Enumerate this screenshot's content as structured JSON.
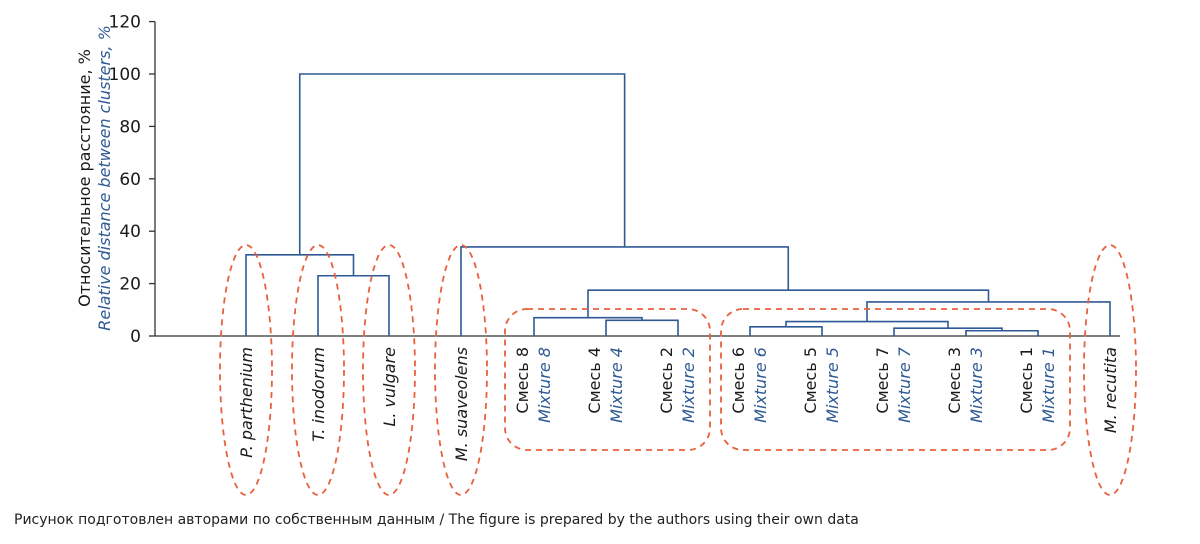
{
  "chart_data": {
    "type": "dendrogram",
    "ylabel_ru": "Относительное расстояние, %",
    "ylabel_en": "Relative distance between clusters, %",
    "yticks": [
      0,
      20,
      40,
      60,
      80,
      100,
      120
    ],
    "ylim": [
      0,
      120
    ],
    "leaves": [
      {
        "id": "pp",
        "label": "P. parthenium",
        "style": "species"
      },
      {
        "id": "ti",
        "label": "T. inodorum",
        "style": "species"
      },
      {
        "id": "lv",
        "label": "L. vulgare",
        "style": "species"
      },
      {
        "id": "ms",
        "label": "M. suaveolens",
        "style": "species"
      },
      {
        "id": "m8",
        "label_ru": "Смесь 8",
        "label_en": "Mixture 8",
        "style": "mixture"
      },
      {
        "id": "m4",
        "label_ru": "Смесь 4",
        "label_en": "Mixture 4",
        "style": "mixture"
      },
      {
        "id": "m2",
        "label_ru": "Смесь 2",
        "label_en": "Mixture 2",
        "style": "mixture"
      },
      {
        "id": "m6",
        "label_ru": "Смесь 6",
        "label_en": "Mixture 6",
        "style": "mixture"
      },
      {
        "id": "m5",
        "label_ru": "Смесь 5",
        "label_en": "Mixture 5",
        "style": "mixture"
      },
      {
        "id": "m7",
        "label_ru": "Смесь 7",
        "label_en": "Mixture 7",
        "style": "mixture"
      },
      {
        "id": "m3",
        "label_ru": "Смесь 3",
        "label_en": "Mixture 3",
        "style": "mixture"
      },
      {
        "id": "m1",
        "label_ru": "Смесь 1",
        "label_en": "Mixture 1",
        "style": "mixture"
      },
      {
        "id": "mr",
        "label": "M. recutita",
        "style": "species"
      }
    ],
    "merges": [
      {
        "id": "A",
        "left": "ti",
        "right": "lv",
        "height": 23
      },
      {
        "id": "B",
        "left": "pp",
        "right": "A",
        "height": 31
      },
      {
        "id": "C",
        "left": "m4",
        "right": "m2",
        "height": 6
      },
      {
        "id": "D",
        "left": "m8",
        "right": "C",
        "height": 7
      },
      {
        "id": "E",
        "left": "m3",
        "right": "m1",
        "height": 2
      },
      {
        "id": "F",
        "left": "m7",
        "right": "E",
        "height": 3
      },
      {
        "id": "G",
        "left": "m6",
        "right": "m5",
        "height": 3.5
      },
      {
        "id": "H",
        "left": "G",
        "right": "F",
        "height": 5.5
      },
      {
        "id": "I",
        "left": "H",
        "right": "mr",
        "height": 13
      },
      {
        "id": "J",
        "left": "D",
        "right": "I",
        "height": 17.5
      },
      {
        "id": "K",
        "left": "ms",
        "right": "J",
        "height": 34
      },
      {
        "id": "L",
        "left": "B",
        "right": "K",
        "height": 100
      }
    ],
    "groups": [
      {
        "members": [
          "pp"
        ]
      },
      {
        "members": [
          "ti"
        ]
      },
      {
        "members": [
          "lv"
        ]
      },
      {
        "members": [
          "ms"
        ]
      },
      {
        "members": [
          "m8",
          "m4",
          "m2"
        ]
      },
      {
        "members": [
          "m6",
          "m5",
          "m7",
          "m3",
          "m1"
        ]
      },
      {
        "members": [
          "mr"
        ]
      }
    ],
    "colors": {
      "tree": "#2f5a96",
      "axis": "#333333",
      "group_outline": "#e8603c",
      "english_label": "#2f5a96"
    }
  },
  "caption": "Рисунок подготовлен авторами по собственным данным / The figure is prepared by the authors using their own data"
}
